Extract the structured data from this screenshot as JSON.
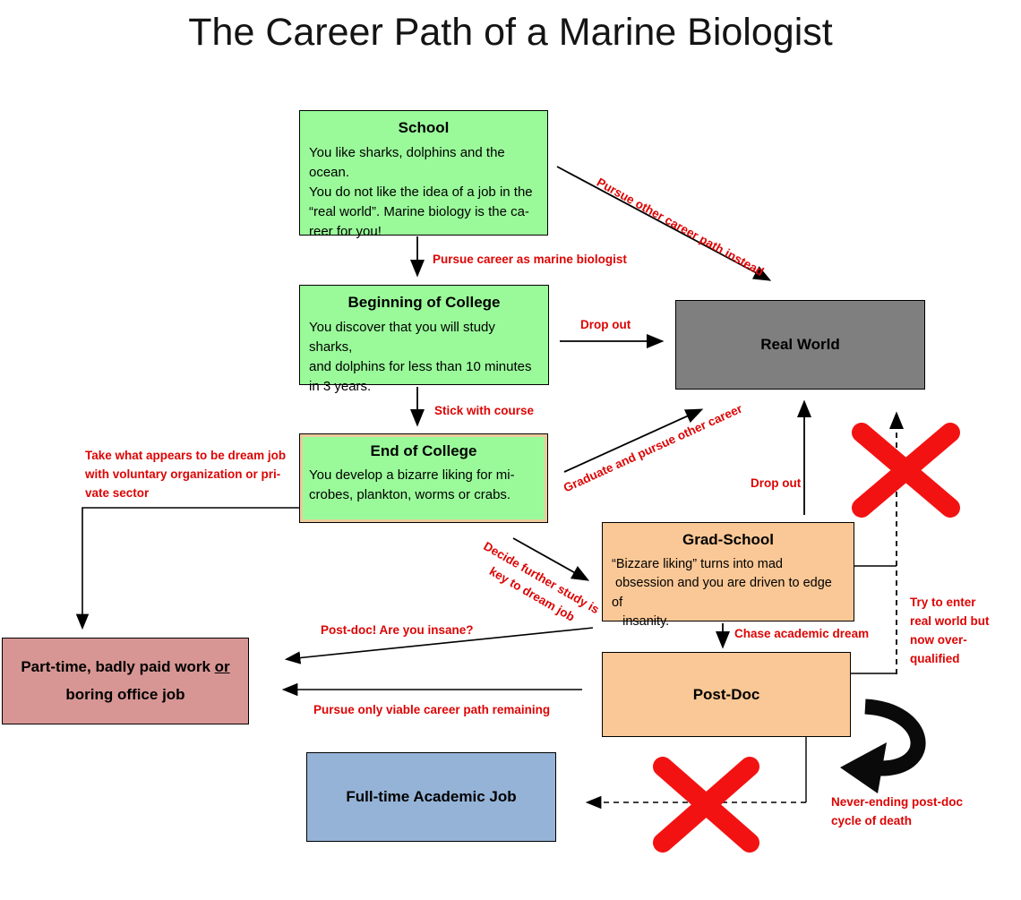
{
  "title": "The Career Path of a Marine Biologist",
  "colors": {
    "node_green": "#9afa9a",
    "node_gray": "#7f7f7f",
    "node_peach": "#fac896",
    "node_rose": "#d79694",
    "node_blue": "#95b3d7",
    "label_red": "#dd0404",
    "cross_red": "#f31212",
    "line_black": "#000000"
  },
  "nodes": {
    "school": {
      "title": "School",
      "body": "You like sharks, dolphins and the ocean.\nYou do not like the idea of a job in the\n“real world”. Marine biology is the ca-\nreer for you!"
    },
    "beginning_college": {
      "title": "Beginning of College",
      "body": "You discover that you will study sharks,\nand dolphins for less than 10 minutes\nin 3 years."
    },
    "end_college": {
      "title": "End of College",
      "body": "You develop a bizarre liking for mi-\ncrobes, plankton, worms or crabs."
    },
    "real_world": {
      "title": "Real World"
    },
    "grad_school": {
      "title": "Grad-School",
      "body": "“Bizzare liking” turns into mad\n obsession and you are driven to edge of\n   insanity."
    },
    "post_doc": {
      "title": "Post-Doc"
    },
    "part_time": {
      "line1_prefix": "Part-time, badly paid work ",
      "line1_underlined": "or",
      "line2": "boring office job"
    },
    "full_time": {
      "title": "Full-time Academic Job"
    }
  },
  "labels": {
    "pursue_career": "Pursue career as marine biologist",
    "pursue_other": "Pursue other career path instead",
    "drop_out_1": "Drop out",
    "stick_with_course": "Stick with course",
    "graduate_pursue": "Graduate and pursue other career",
    "take_dream_job": "Take what appears to be dream job\nwith voluntary organization or pri-\nvate sector",
    "decide_further": "Decide further study is\nkey to dream job",
    "drop_out_2": "Drop out",
    "try_to_enter": "Try to enter\nreal world but\nnow over-\nqualified",
    "chase_academic": "Chase academic dream",
    "post_doc_insane": "Post-doc! Are you insane?",
    "pursue_viable": "Pursue only viable career path remaining",
    "never_ending": "Never-ending post-doc\ncycle of death"
  }
}
